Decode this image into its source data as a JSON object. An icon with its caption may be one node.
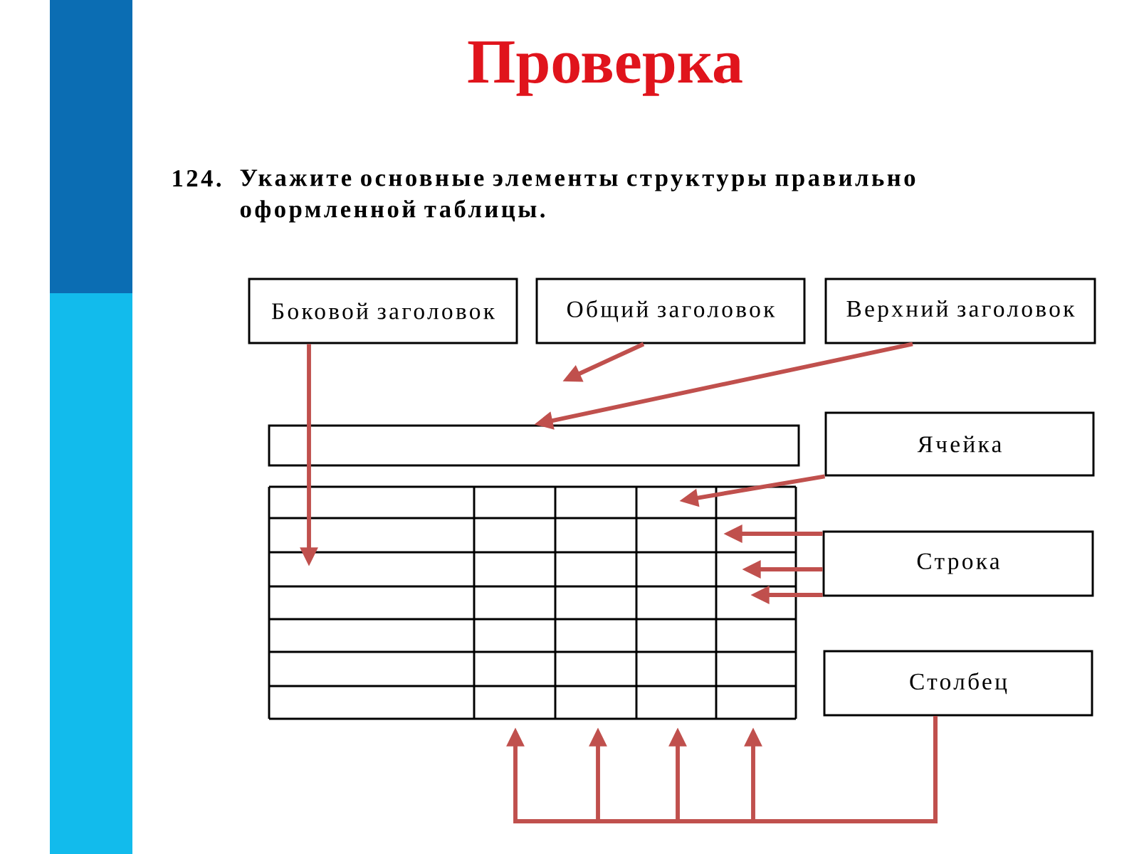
{
  "diagram": {
    "title": "Проверка",
    "nodes": [
      {
        "text": [
          "Боковой заголовок"
        ]
      },
      {
        "text": [
          "Общий заголовок"
        ]
      },
      {
        "text": [
          "Верхний заголовок"
        ]
      },
      {
        "text": [],
        "shape": "box"
      },
      {
        "text": [
          "Ячейка"
        ]
      },
      {
        "text": [
          "Строка"
        ]
      },
      {
        "text": [
          "Столбец"
        ]
      }
    ],
    "edges": [
      {
        "from": 0,
        "to": null,
        "arrow": "to"
      },
      {
        "from": 1,
        "to": null,
        "arrow": "to"
      },
      {
        "from": 2,
        "to": 3,
        "arrow": "to"
      },
      {
        "from": 4,
        "to": null,
        "arrow": "to"
      },
      {
        "from": 5,
        "to": null,
        "arrow": "to"
      },
      {
        "from": 5,
        "to": null,
        "arrow": "to"
      },
      {
        "from": 5,
        "to": null,
        "arrow": "to"
      },
      {
        "from": 6,
        "to": null,
        "arrow": "to"
      },
      {
        "from": 6,
        "to": null,
        "arrow": "to"
      },
      {
        "from": 6,
        "to": null,
        "arrow": "to"
      },
      {
        "from": 6,
        "to": null,
        "arrow": "to"
      }
    ],
    "labels": [
      "124.",
      "Укажите основные элементы структуры правильно оформленной таблицы."
    ]
  }
}
